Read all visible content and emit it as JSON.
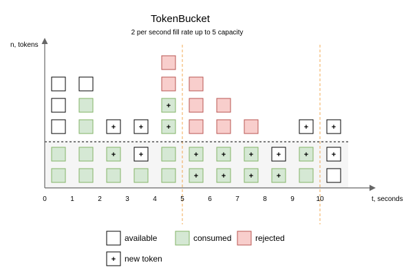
{
  "title": "TokenBucket",
  "subtitle": "2 per second fill rate up to 5 capacity",
  "y_axis_label": "n, tokens",
  "x_axis_label": "t, seconds",
  "x_ticks": [
    "0",
    "1",
    "2",
    "3",
    "4",
    "5",
    "6",
    "7",
    "8",
    "9",
    "10"
  ],
  "colors": {
    "available_fill": "#ffffff",
    "available_stroke": "#000000",
    "consumed_fill": "#d5e8d4",
    "consumed_stroke": "#82b366",
    "rejected_fill": "#f8cecc",
    "rejected_stroke": "#b85450",
    "bucket_band": "#f5f5f5",
    "marker_line": "#f0a850",
    "axis": "#666666"
  },
  "legend": [
    {
      "state": "available",
      "label": "available"
    },
    {
      "state": "consumed",
      "label": "consumed"
    },
    {
      "state": "rejected",
      "label": "rejected"
    },
    {
      "state": "new",
      "label": "new token",
      "glyph": "+"
    }
  ],
  "marker_times": [
    5,
    10
  ],
  "columns": [
    {
      "t": 0.5,
      "cells": [
        {
          "s": "consumed"
        },
        {
          "s": "consumed"
        },
        {
          "s": "available"
        },
        {
          "s": "available"
        },
        {
          "s": "available"
        }
      ]
    },
    {
      "t": 1.5,
      "cells": [
        {
          "s": "consumed"
        },
        {
          "s": "consumed"
        },
        {
          "s": "consumed"
        },
        {
          "s": "consumed"
        },
        {
          "s": "available"
        }
      ]
    },
    {
      "t": 2.5,
      "cells": [
        {
          "s": "consumed"
        },
        {
          "s": "consumed",
          "plus": true
        },
        {
          "s": "available",
          "plus": true
        }
      ]
    },
    {
      "t": 3.5,
      "cells": [
        {
          "s": "consumed"
        },
        {
          "s": "available",
          "plus": true
        },
        {
          "s": "available",
          "plus": true
        }
      ]
    },
    {
      "t": 4.5,
      "cells": [
        {
          "s": "consumed"
        },
        {
          "s": "consumed"
        },
        {
          "s": "consumed",
          "plus": true
        },
        {
          "s": "consumed",
          "plus": true
        },
        {
          "s": "rejected"
        },
        {
          "s": "rejected"
        }
      ]
    },
    {
      "t": 5.5,
      "cells": [
        {
          "s": "consumed",
          "plus": true
        },
        {
          "s": "consumed",
          "plus": true
        },
        {
          "s": "rejected"
        },
        {
          "s": "rejected"
        },
        {
          "s": "rejected"
        }
      ]
    },
    {
      "t": 6.5,
      "cells": [
        {
          "s": "consumed",
          "plus": true
        },
        {
          "s": "consumed",
          "plus": true
        },
        {
          "s": "rejected"
        },
        {
          "s": "rejected"
        }
      ]
    },
    {
      "t": 7.5,
      "cells": [
        {
          "s": "consumed",
          "plus": true
        },
        {
          "s": "consumed",
          "plus": true
        },
        {
          "s": "rejected"
        }
      ]
    },
    {
      "t": 8.5,
      "cells": [
        {
          "s": "consumed",
          "plus": true
        },
        {
          "s": "available",
          "plus": true
        }
      ]
    },
    {
      "t": 9.5,
      "cells": [
        {
          "s": "consumed"
        },
        {
          "s": "consumed",
          "plus": true
        },
        {
          "s": "available",
          "plus": true
        }
      ]
    },
    {
      "t": 10.5,
      "cells": [
        {
          "s": "available"
        },
        {
          "s": "available",
          "plus": true
        },
        {
          "s": "available",
          "plus": true
        }
      ]
    }
  ]
}
